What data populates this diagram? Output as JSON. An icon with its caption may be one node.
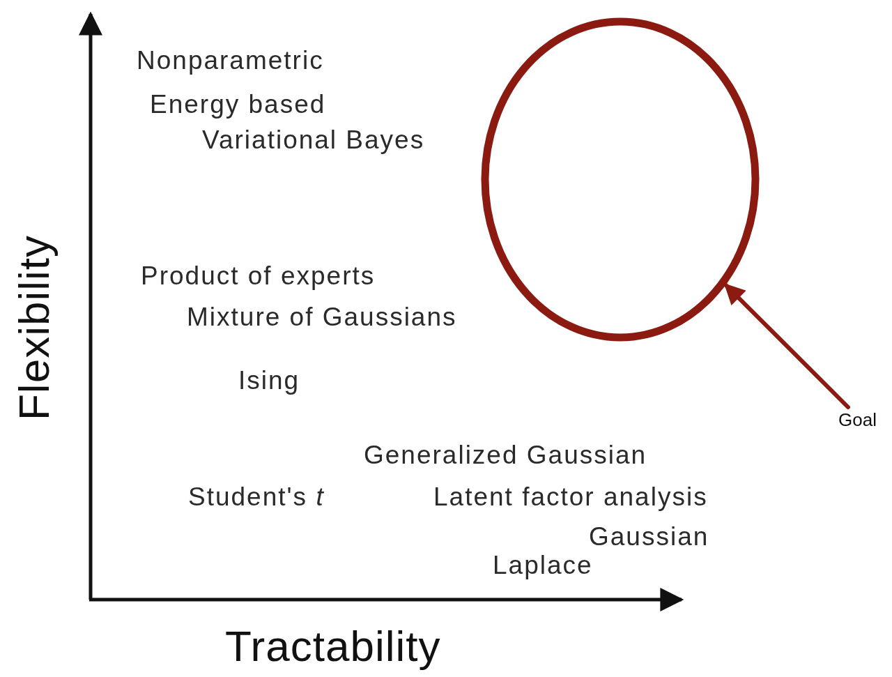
{
  "diagram": {
    "nodes": [
      {
        "text": [],
        "shape": "circle"
      },
      {
        "text": [
          "Goal"
        ]
      }
    ],
    "edges": [
      {
        "from": 1,
        "to": 0,
        "arrow": "to"
      }
    ],
    "labels": [
      "Nonparametric",
      "Energy based",
      "Variational Bayes",
      "Flexibility",
      "Product of experts",
      "Mixture of Gaussians",
      "Ising",
      "Generalized Gaussian",
      "Student's *t*",
      "Latent factor analysis",
      "Gaussian",
      "Laplace",
      "Tractability"
    ]
  }
}
